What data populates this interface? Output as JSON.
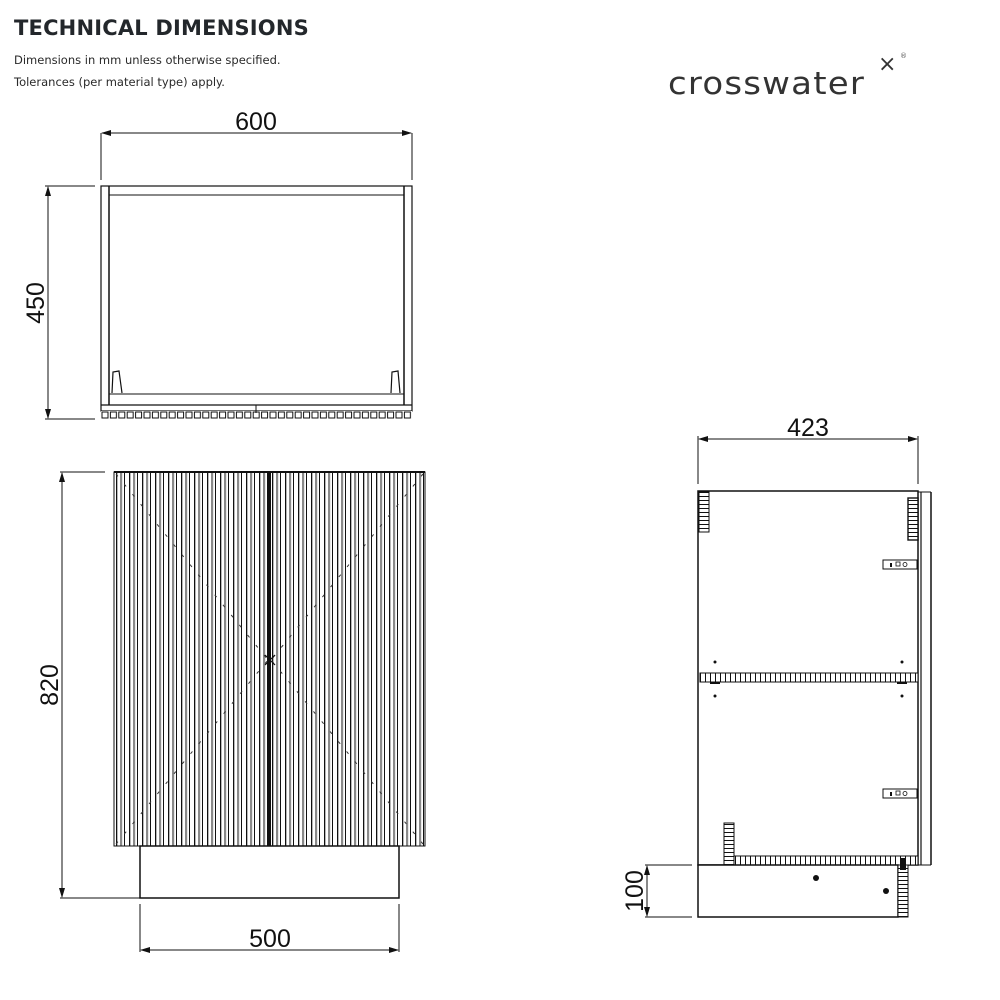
{
  "header": {
    "title": "TECHNICAL DIMENSIONS",
    "note_units": "Dimensions in mm unless otherwise specified.",
    "note_tolerances": "Tolerances (per material type) apply."
  },
  "brand": {
    "name": "crosswater",
    "mark": "×",
    "registered": "®"
  },
  "views": {
    "top_view": {
      "width_label": "600",
      "depth_label": "450"
    },
    "front_view": {
      "height_label": "820",
      "plinth_width_label": "500"
    },
    "side_view": {
      "depth_label": "423",
      "plinth_height_label": "100"
    }
  },
  "colors": {
    "line": "#111111",
    "fluting_grey": "#8a8a8a",
    "text": "#23272b"
  }
}
